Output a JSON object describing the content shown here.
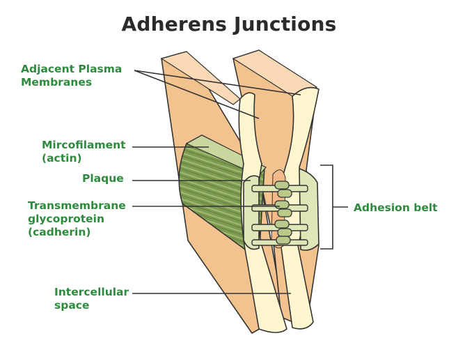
{
  "title": "Adherens Junctions",
  "labels": {
    "adjacent_membranes": [
      "Adjacent Plasma",
      "Membranes"
    ],
    "microfilament": [
      "Mircofilament",
      "(actin)"
    ],
    "plaque": [
      "Plaque"
    ],
    "cadherin": [
      "Transmembrane",
      "glycoprotein",
      "(cadherin)"
    ],
    "adhesion_belt": [
      "Adhesion belt"
    ],
    "intercellular_space": [
      "Intercellular",
      "space"
    ]
  },
  "colors": {
    "label_text": "#2e8b3e",
    "title_text": "#2b2b2b",
    "cell_fill": "#f2c38e",
    "cell_top": "#fad9b6",
    "membrane_fill": "#fdf6cf",
    "actin_fill": "#7d9c52",
    "plaque_fill": "#dfe6b8",
    "cadherin_fill": "#b9c98a",
    "outline": "#333333"
  }
}
